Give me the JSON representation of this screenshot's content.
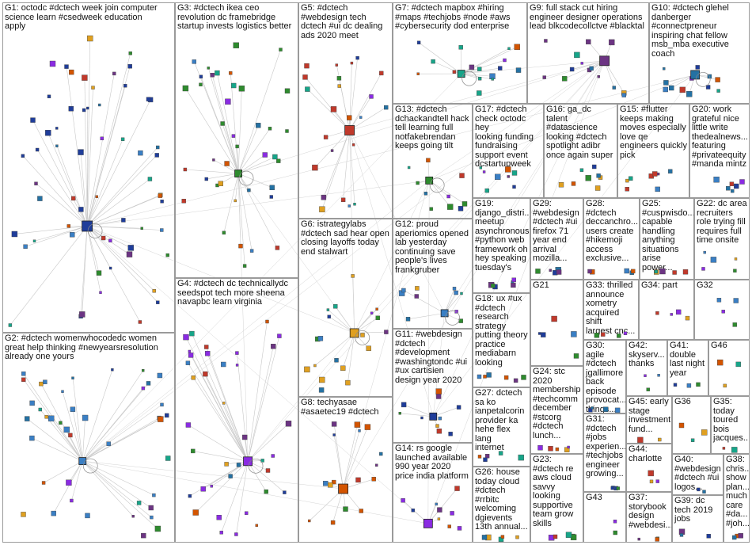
{
  "groups": [
    {
      "id": "G1",
      "label": "G1: octodc #dctech week join computer\nscience learn #csedweek education\napply"
    },
    {
      "id": "G2",
      "label": "G2: #dctech womenwhocodedc women\ngreat help thinking #newyearsresolution\nalready one yours"
    },
    {
      "id": "G3",
      "label": "G3: #dctech ikea ceo\nrevolution dc framebridge\nstartup invests logistics better"
    },
    {
      "id": "G4",
      "label": "G4: #dctech dc technicallydc\nseedspot tech more sheena\nnavapbc learn virginia"
    },
    {
      "id": "G5",
      "label": "G5: #dctech\n#webdesign tech\ndctech #ui dc dealing\nads 2020 meet"
    },
    {
      "id": "G6",
      "label": "G6: istrategylabs\n#dctech sad hear open\nclosing layoffs today\nend stalwart"
    },
    {
      "id": "G7",
      "label": "G7: #dctech mapbox #hiring\n#maps #techjobs #node #aws\n#cybersecurity dod enterprise"
    },
    {
      "id": "G8",
      "label": "G8: techyasae\n#asaetec19 #dctech"
    },
    {
      "id": "G9",
      "label": "G9: full stack cut hiring\nengineer designer operations\nlead blkcodecollctve #blacktal"
    },
    {
      "id": "G10",
      "label": "G10: #dctech glehel\ndanberger\n#connectpreneur\ninspiring chat fellow\nmsb_mba executive\ncoach"
    },
    {
      "id": "G11",
      "label": "G11: #webdesign\n#dctech\n#development\n#washingtondc #ui\n#ux cartisien\ndesign year 2020"
    },
    {
      "id": "G12",
      "label": "G12: proud\naperiomics opened\nlab yesterday\ncontinuing save\npeople's lives\nfrankgruber"
    },
    {
      "id": "G13",
      "label": "G13: #dctech\ndchackandtell hack\ntell learning full\nnotfakebrendan\nkeeps going tilt"
    },
    {
      "id": "G14",
      "label": "G14: rs google\nlaunched available\n990 year 2020\nprice india platform"
    },
    {
      "id": "G15",
      "label": "G15: #flutter\nkeeps making\nmoves especially\nlove qe\nengineers quickly\npick"
    },
    {
      "id": "G16",
      "label": "G16: ga_dc\ntalent\n#datascience\nlooking #dctech\nspotlight adibr\nonce again super"
    },
    {
      "id": "G17",
      "label": "G17: #dctech\ncheck octodc hey\nlooking funding\nfundraising\nsupport event\ndcstartupweek"
    },
    {
      "id": "G18",
      "label": "G18: ux #ux\n#dctech\nresearch\nstrategy\nputting theory\npractice\nmediabarn\nlooking"
    },
    {
      "id": "G19",
      "label": "G19:\ndjango_distri...\nmeetup\nasynchronous\n#python web\nframework oh\nhey speaking\ntuesday's"
    },
    {
      "id": "G20",
      "label": "G20: work\ngrateful nice\nlittle write\nthedealnews...\nfeaturing\n#privateequity\n#manda mintz"
    },
    {
      "id": "G21",
      "label": "G21"
    },
    {
      "id": "G22",
      "label": "G22: dc area\nrecruiters\nrole trying fill\nrequires full\ntime onsite"
    },
    {
      "id": "G23",
      "label": "G23:\n#dctech re\naws cloud\nsavvy\nlooking\nsupportive\nteam grow\nskills"
    },
    {
      "id": "G24",
      "label": "G24: stc\n2020\nmembership\n#techcomm\ndecember\n#stcorg\n#dctech\nlunch..."
    },
    {
      "id": "G25",
      "label": "G25:\n#cuspwisdo...\ncapable\nhandling\nanything\nsituations\narise power..."
    },
    {
      "id": "G26",
      "label": "G26: house\ntoday cloud\n#dctech\n#rrbitc\nwelcoming\ndgievents\n13th annual..."
    },
    {
      "id": "G27",
      "label": "G27: dctech\nsa ko\nianpetalcorin\nprovider ka\nhehe flex lang\ninternet"
    },
    {
      "id": "G28",
      "label": "G28:\n#dctech\ndeccanchro...\nusers create\n#hikemoji\naccess\nexclusive..."
    },
    {
      "id": "G29",
      "label": "G29:\n#webdesign\n#dctech #ui\nfirefox 71\nyear end\narrival\nmozilla..."
    },
    {
      "id": "G30",
      "label": "G30: agile\n#dctech\njgallimore\nback\nepisode\nprovocat...\nthings..."
    },
    {
      "id": "G31",
      "label": "G31:\n#dctech\n#jobs\nexperien...\n#techjobs\nengineer\ngrowing..."
    },
    {
      "id": "G32",
      "label": "G32"
    },
    {
      "id": "G33",
      "label": "G33: thrilled\nannounce\nxometry\nacquired shift\nlargest cnc..."
    },
    {
      "id": "G34",
      "label": "G34: part"
    },
    {
      "id": "G35",
      "label": "G35:\ntoday\ntoured\nbois\njacques..."
    },
    {
      "id": "G36",
      "label": "G36"
    },
    {
      "id": "G37",
      "label": "G37:\nstorybook\ndesign\n#webdesi..."
    },
    {
      "id": "G38",
      "label": "G38:\nchris...\nshow\nplan...\nmuch\ncare\n#da...\n#joh..."
    },
    {
      "id": "G39",
      "label": "G39: dc\ntech 2019\njobs"
    },
    {
      "id": "G40",
      "label": "G40:\n#webdesign\n#dctech #ui\nlogos..."
    },
    {
      "id": "G41",
      "label": "G41:\ndouble\nlast night\nyear"
    },
    {
      "id": "G42",
      "label": "G42:\nskyserv...\nthanks"
    },
    {
      "id": "G43",
      "label": "G43"
    },
    {
      "id": "G44",
      "label": "G44:\ncharlotte"
    },
    {
      "id": "G45",
      "label": "G45: early\nstage\ninvestment\nfund..."
    },
    {
      "id": "G46",
      "label": "G46"
    }
  ],
  "colors": {
    "cell_border": "#9a9a9a",
    "edge": "#c8c8c8",
    "node_outline": "#444444",
    "node_palette": [
      "#1f3d9a",
      "#3a7fc4",
      "#2e8b2e",
      "#8a2be2",
      "#c0392b",
      "#e0a020",
      "#17a589",
      "#d35400",
      "#6c3483",
      "#2471a3"
    ]
  }
}
